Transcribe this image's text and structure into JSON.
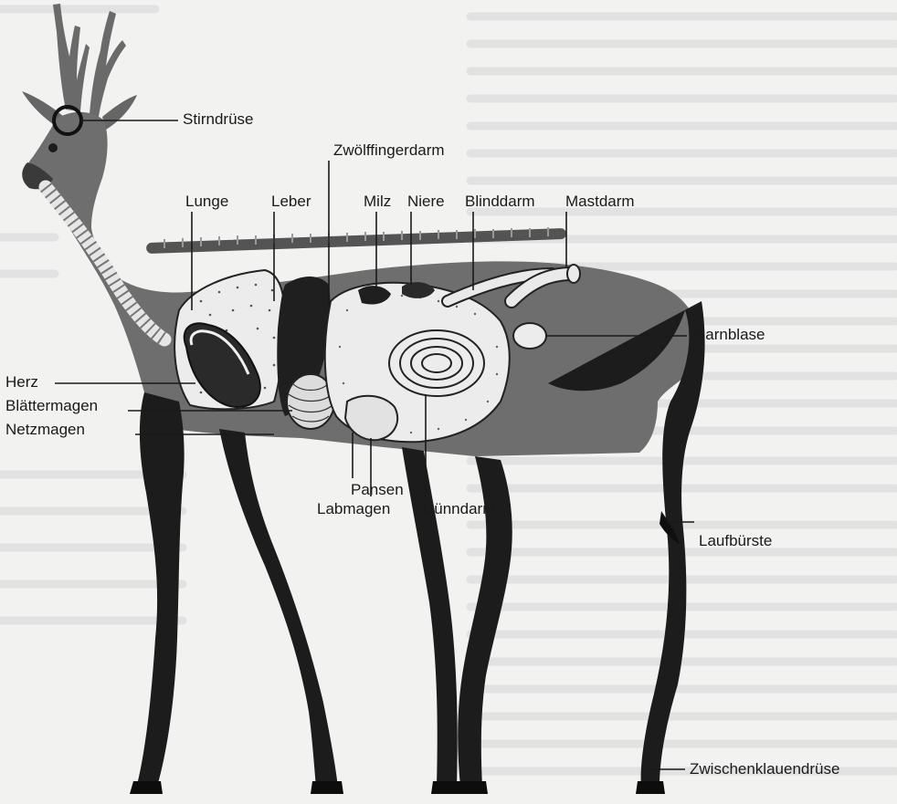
{
  "labels": {
    "stirndruese": "Stirndrüse",
    "zwoelffingerdarm": "Zwölffingerdarm",
    "lunge": "Lunge",
    "leber": "Leber",
    "milz": "Milz",
    "niere": "Niere",
    "blinddarm": "Blinddarm",
    "mastdarm": "Mastdarm",
    "harnblase": "Harnblase",
    "herz": "Herz",
    "blaettermagen": "Blättermagen",
    "netzmagen": "Netzmagen",
    "pansen": "Pansen",
    "labmagen": "Labmagen",
    "duenndarm": "Dünndarm",
    "laufbuerste": "Laufbürste",
    "zwischenklauendruese": "Zwischenklauendrüse"
  },
  "colors": {
    "background": "#f2f2f1",
    "body_fill": "#6e6e6e",
    "leg_fill": "#1c1c1c",
    "organ_fill": "#ececec",
    "organ_dark": "#1f1f1f",
    "line": "#1a1a1a",
    "bleed_text": "#c9c9c9"
  }
}
